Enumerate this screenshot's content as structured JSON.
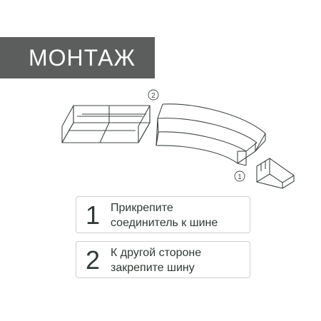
{
  "header": {
    "title": "МОНТАЖ"
  },
  "diagram": {
    "callouts": [
      {
        "label": "2"
      },
      {
        "label": "1"
      }
    ]
  },
  "steps": [
    {
      "number": "1",
      "line1": "Прикрепите",
      "line2": "соединитель к шине"
    },
    {
      "number": "2",
      "line1": "К другой стороне",
      "line2": "закрепите шину"
    }
  ],
  "colors": {
    "header_bg": "#5b5e5c",
    "header_text": "#ffffff",
    "text": "#2f3a33",
    "line": "#3d4640",
    "step_border": "#cfcfcf"
  }
}
